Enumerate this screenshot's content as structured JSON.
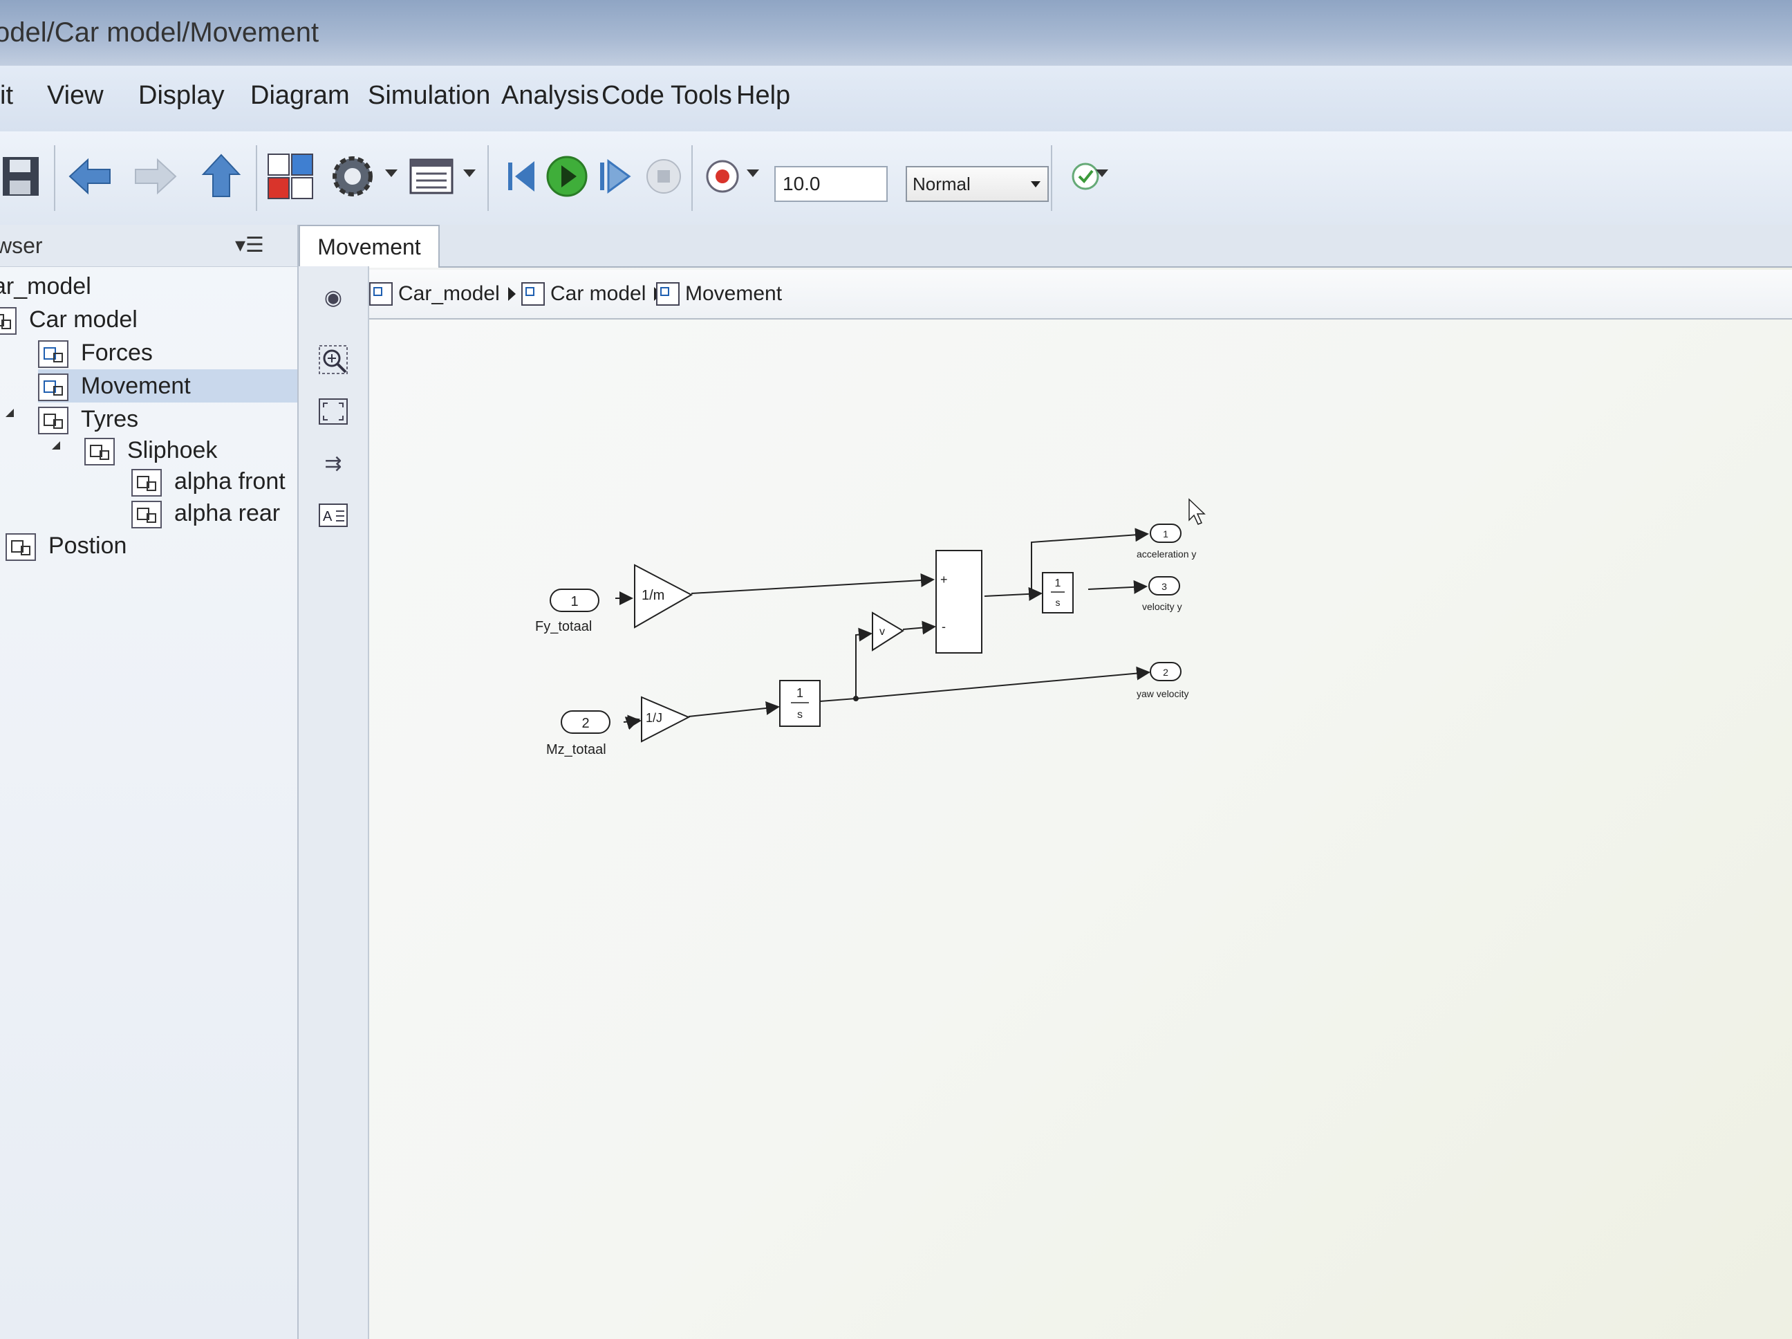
{
  "window": {
    "title": "odel/Car model/Movement"
  },
  "menu": [
    "it",
    "View",
    "Display",
    "Diagram",
    "Simulation",
    "Analysis",
    "Code",
    "Tools",
    "Help"
  ],
  "toolbar": {
    "stop_time": "10.0",
    "sim_mode": "Normal",
    "icons": [
      "save-icon",
      "back-arrow-icon",
      "forward-arrow-icon",
      "up-arrow-icon",
      "library-browser-icon",
      "model-config-gear-icon",
      "model-explorer-icon",
      "step-back-icon",
      "run-icon",
      "step-forward-icon",
      "stop-icon",
      "record-icon",
      "check-icon"
    ]
  },
  "browser": {
    "header": "wser",
    "items": [
      {
        "label": "ar_model",
        "level": 0
      },
      {
        "label": "Car model",
        "level": 0
      },
      {
        "label": "Forces",
        "level": 1
      },
      {
        "label": "Movement",
        "level": 1,
        "selected": true
      },
      {
        "label": "Tyres",
        "level": 1,
        "expanded": true
      },
      {
        "label": "Sliphoek",
        "level": 2,
        "expanded": true
      },
      {
        "label": "alpha front",
        "level": 3
      },
      {
        "label": "alpha rear",
        "level": 3
      },
      {
        "label": "Postion",
        "level": 0
      }
    ]
  },
  "tabs": [
    {
      "label": "Movement",
      "active": true
    }
  ],
  "breadcrumb": [
    "Car_model",
    "Car model",
    "Movement"
  ],
  "diagram": {
    "inports": [
      {
        "number": "1",
        "name": "Fy_totaal"
      },
      {
        "number": "2",
        "name": "Mz_totaal"
      }
    ],
    "gains": [
      {
        "label": "1/m"
      },
      {
        "label": "1/J"
      },
      {
        "label": "v"
      }
    ],
    "integrators": [
      {
        "numerator": "1",
        "denominator": "s"
      },
      {
        "numerator": "1",
        "denominator": "s"
      }
    ],
    "sum": {
      "signs": [
        "+",
        "-"
      ]
    },
    "outports": [
      {
        "number": "1",
        "name": "acceleration y"
      },
      {
        "number": "3",
        "name": "velocity y"
      },
      {
        "number": "2",
        "name": "yaw velocity"
      }
    ]
  }
}
